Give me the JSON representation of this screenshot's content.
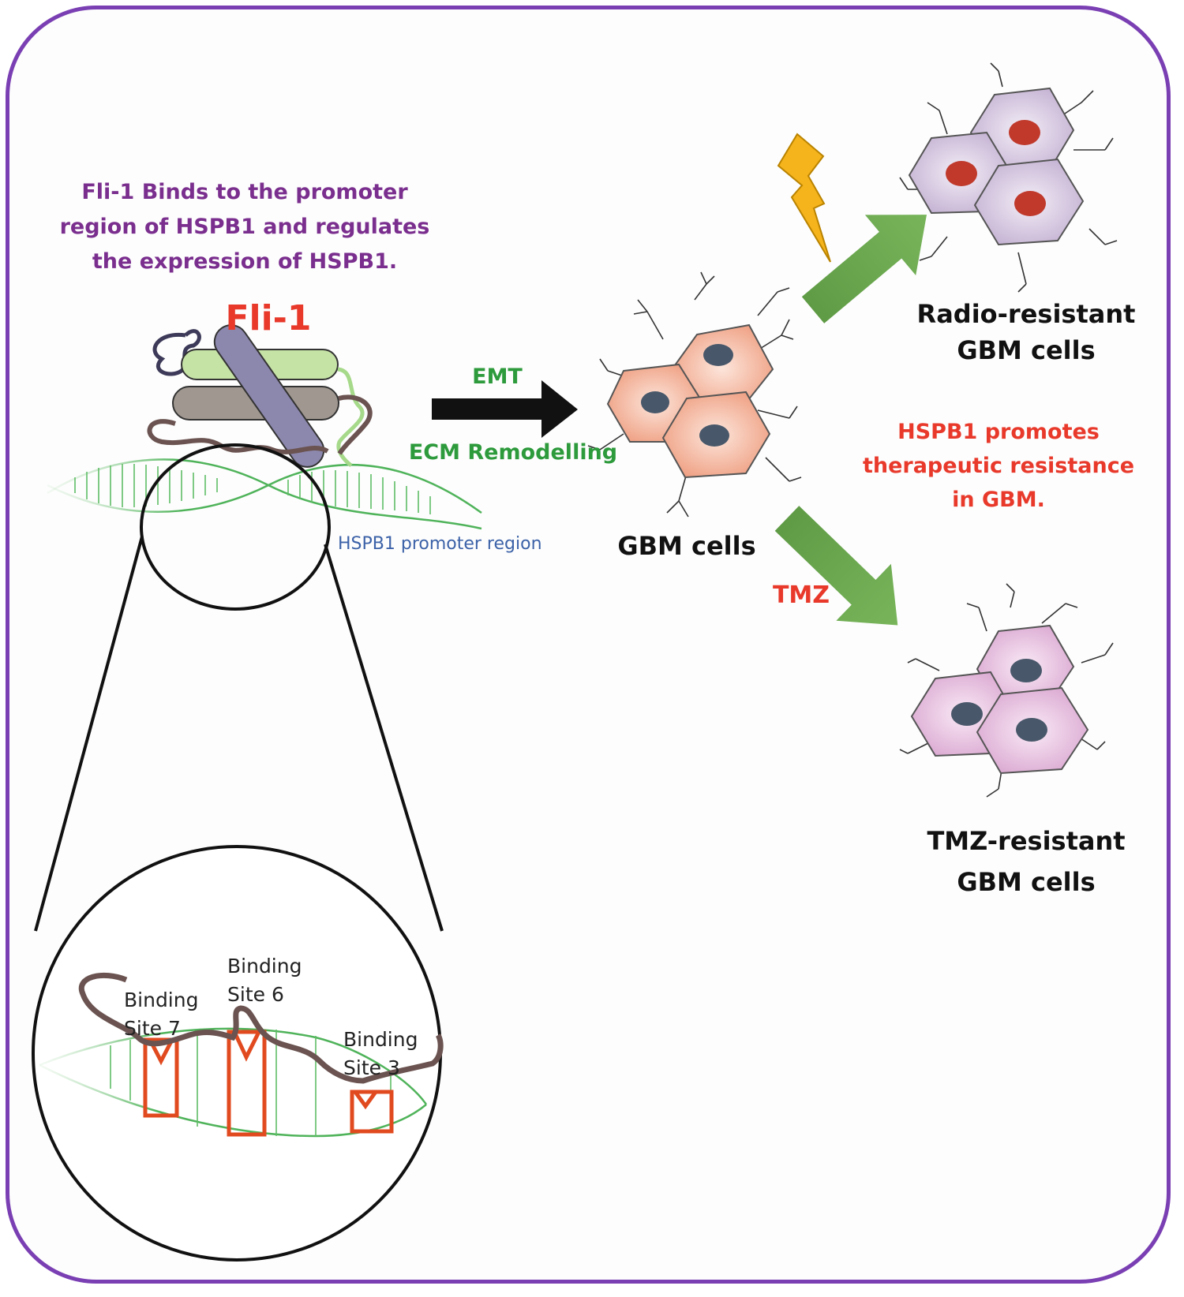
{
  "colors": {
    "frame": "#7a3fb3",
    "purple_text": "#7a2e8e",
    "red_text": "#e8392b",
    "green_text": "#2d9a3c",
    "blue_text": "#3c62a8",
    "arrow_green": "#6aa84f",
    "bolt": "#f5b31c"
  },
  "intro": {
    "line1": "Fli-1 Binds to the promoter",
    "line2": "region of HSPB1 and regulates",
    "line3": "the expression of HSPB1."
  },
  "protein": {
    "title": "Fli-1",
    "promoter_label": "HSPB1 promoter region"
  },
  "center_arrow": {
    "label_top": "EMT",
    "label_bottom": "ECM Remodelling"
  },
  "gbm_cells": {
    "label": "GBM cells"
  },
  "radio": {
    "line1": "Radio-resistant",
    "line2": "GBM cells"
  },
  "resistance_note": {
    "line1": "HSPB1 promotes",
    "line2": "therapeutic resistance",
    "line3": "in GBM."
  },
  "tmz_arrow": {
    "label": "TMZ"
  },
  "tmz_cells": {
    "line1": "TMZ-resistant",
    "line2": "GBM cells"
  },
  "zoom": {
    "site7_line1": "Binding",
    "site7_line2": "Site 7",
    "site6_line1": "Binding",
    "site6_line2": "Site 6",
    "site3_line1": "Binding",
    "site3_line2": "Site 3"
  },
  "icons": [
    "lightning-bolt-icon",
    "protein-structure-icon",
    "dna-helix-icon",
    "magnifier-circle-icon",
    "cell-cluster-icon"
  ]
}
